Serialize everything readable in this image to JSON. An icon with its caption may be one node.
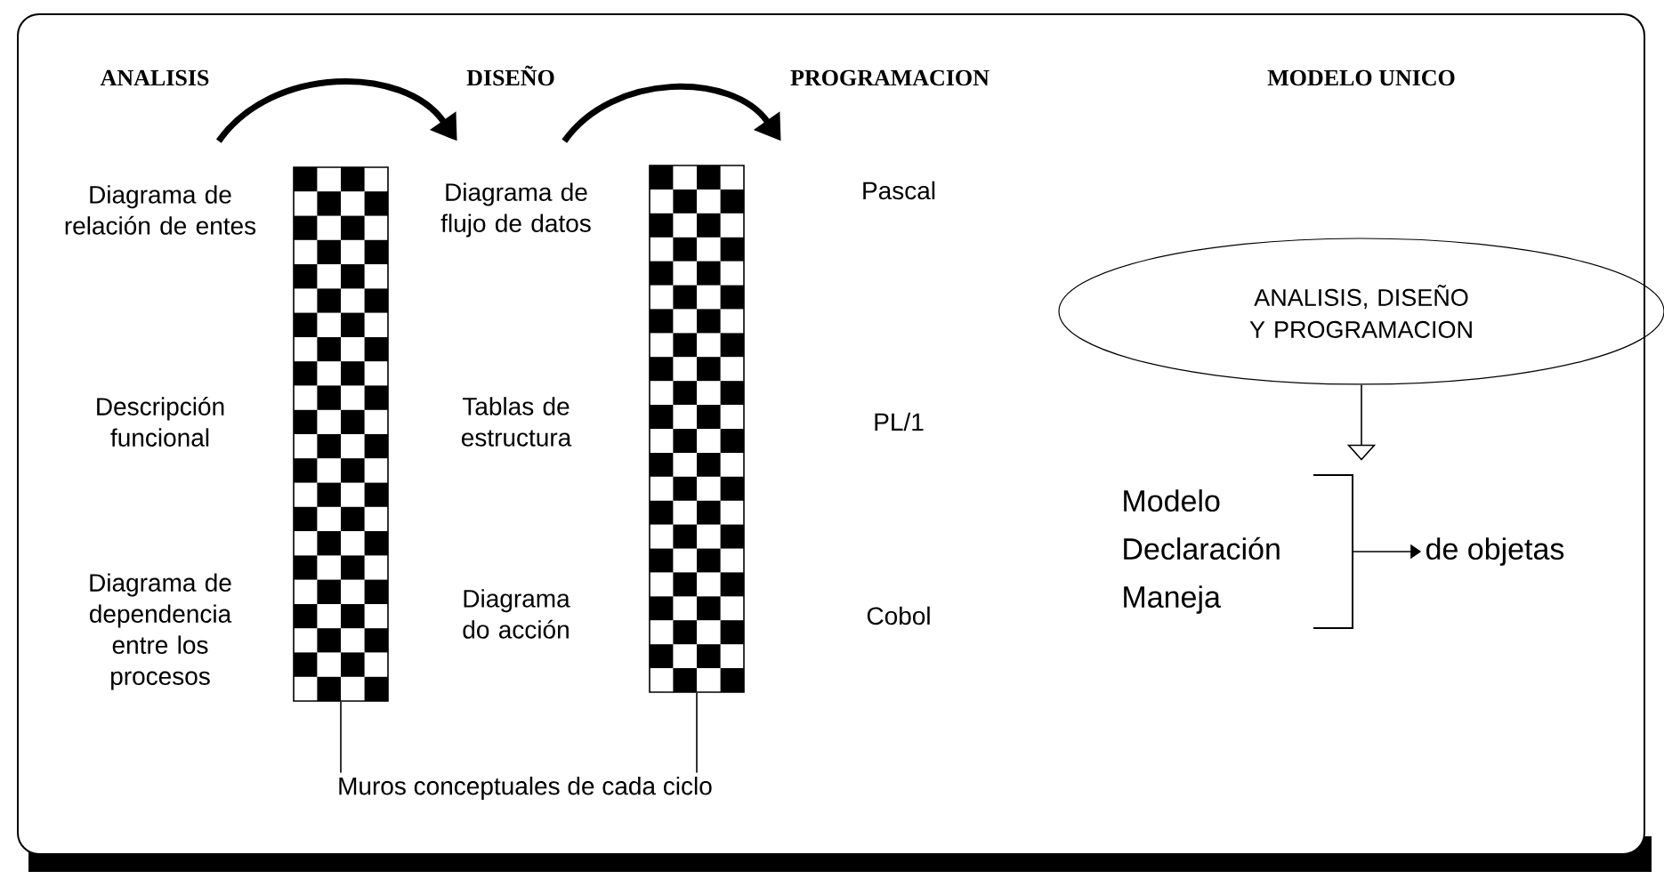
{
  "diagram": {
    "nodes": [
      {
        "text": [
          "ANALISIS"
        ]
      },
      {
        "text": [
          "DISEÑO"
        ]
      },
      {
        "text": [
          "PROGRAMACION"
        ]
      },
      {
        "text": [],
        "shape": "bar"
      },
      {
        "text": [],
        "shape": "bar"
      },
      {
        "text": [
          "Muros conceptuales de cada ciclo"
        ]
      },
      {
        "text": [
          "ANALISIS, DISEÑO Y PROGRAMACION"
        ]
      },
      {
        "text": [
          "Modelo Declaración Maneja"
        ]
      },
      {
        "text": [
          "de objetas"
        ]
      }
    ],
    "edges": [
      {
        "from": 0,
        "to": 1,
        "arrow": "to",
        "style": "thick"
      },
      {
        "from": 1,
        "to": 2,
        "arrow": "to",
        "style": "thick"
      },
      {
        "from": 5,
        "to": 3,
        "arrow": "none"
      },
      {
        "from": 5,
        "to": 4,
        "arrow": "none"
      },
      {
        "from": 6,
        "to": 7,
        "arrow": "to"
      },
      {
        "from": 7,
        "to": 8,
        "arrow": "to"
      }
    ],
    "labels": [
      "MODELO UNICO",
      "Diagrama de relación de entes",
      "Diagrama de flujo de datos",
      "Pascal",
      "Descripción funcional",
      "Tablas de estructura",
      "PL/1",
      "Diagrama de dependencia entre los procesos",
      "Diagrama do acción",
      "Cobol"
    ]
  }
}
